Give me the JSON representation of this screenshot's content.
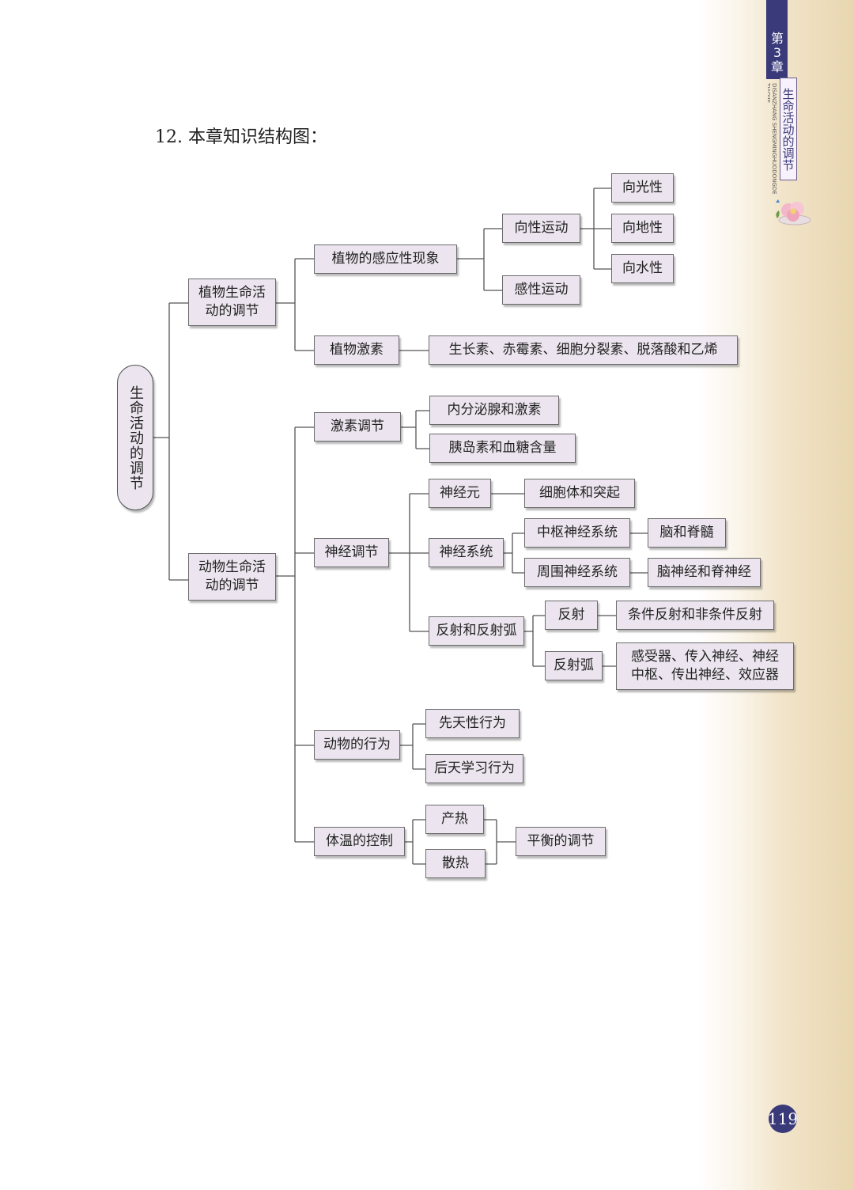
{
  "heading": "12. 本章知识结构图：",
  "side": {
    "chapter": "第3章",
    "title": "生命活动的调节",
    "pinyin": "DISANZHANG SHENGMINGHUODONGDE TIAOJIE"
  },
  "page_number": "119",
  "diagram": {
    "root": "生命活动的调节",
    "plant": {
      "label": "植物生命活动的调节",
      "response": {
        "label": "植物的感应性现象",
        "tropism": {
          "label": "向性运动",
          "items": [
            "向光性",
            "向地性",
            "向水性"
          ]
        },
        "nastic": "感性运动"
      },
      "hormone": {
        "label": "植物激素",
        "detail": "生长素、赤霉素、细胞分裂素、脱落酸和乙烯"
      }
    },
    "animal": {
      "label": "动物生命活动的调节",
      "hormone_reg": {
        "label": "激素调节",
        "items": [
          "内分泌腺和激素",
          "胰岛素和血糖含量"
        ]
      },
      "nerve_reg": {
        "label": "神经调节",
        "neuron": {
          "label": "神经元",
          "detail": "细胞体和突起"
        },
        "system": {
          "label": "神经系统",
          "central": {
            "label": "中枢神经系统",
            "detail": "脑和脊髓"
          },
          "peripheral": {
            "label": "周围神经系统",
            "detail": "脑神经和脊神经"
          }
        },
        "reflex": {
          "label": "反射和反射弧",
          "reflex_item": {
            "label": "反射",
            "detail": "条件反射和非条件反射"
          },
          "arc": {
            "label": "反射弧",
            "detail": "感受器、传入神经、神经中枢、传出神经、效应器"
          }
        }
      },
      "behavior": {
        "label": "动物的行为",
        "items": [
          "先天性行为",
          "后天学习行为"
        ]
      },
      "temperature": {
        "label": "体温的控制",
        "items": [
          "产热",
          "散热"
        ],
        "result": "平衡的调节"
      }
    }
  }
}
